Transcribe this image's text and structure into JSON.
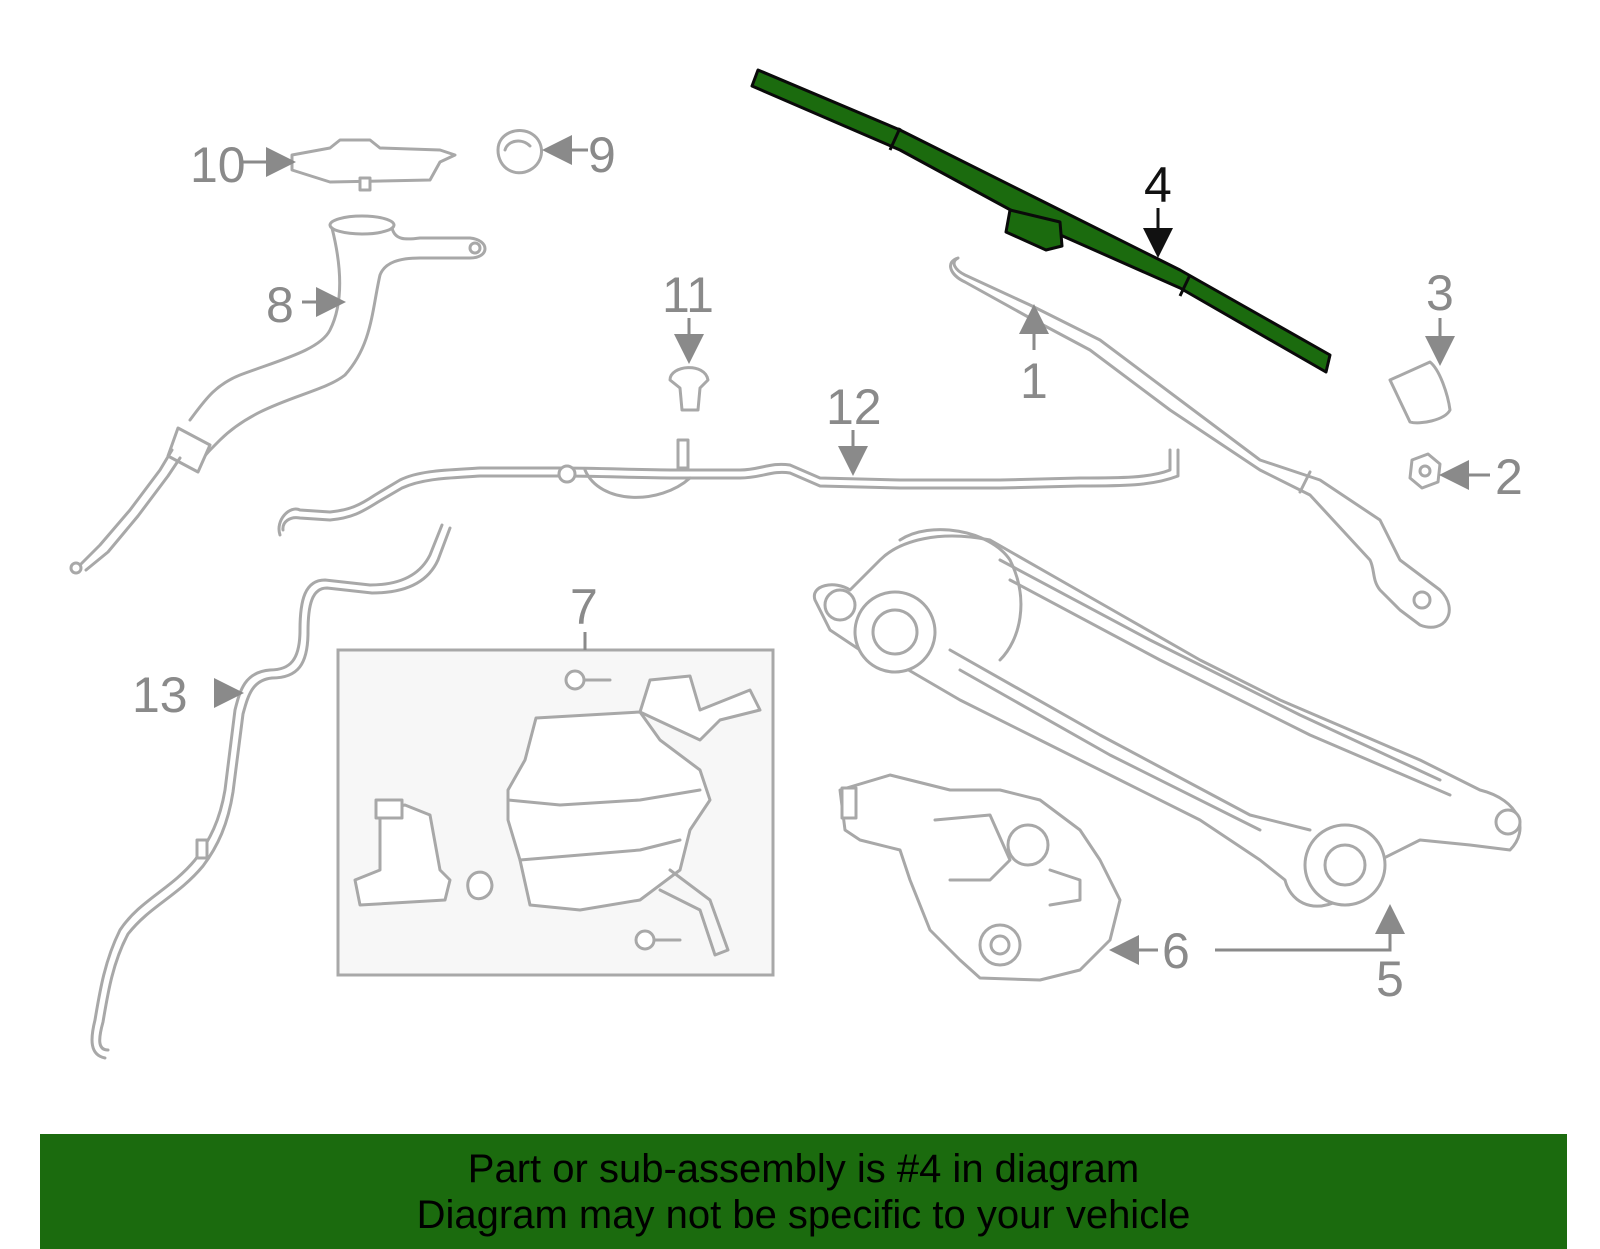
{
  "diagram": {
    "highlight_color": "#1b6b0e",
    "highlighted_callout": "4",
    "callouts": [
      {
        "id": "1",
        "label": "1"
      },
      {
        "id": "2",
        "label": "2"
      },
      {
        "id": "3",
        "label": "3"
      },
      {
        "id": "4",
        "label": "4"
      },
      {
        "id": "5",
        "label": "5"
      },
      {
        "id": "6",
        "label": "6"
      },
      {
        "id": "7",
        "label": "7"
      },
      {
        "id": "8",
        "label": "8"
      },
      {
        "id": "9",
        "label": "9"
      },
      {
        "id": "10",
        "label": "10"
      },
      {
        "id": "11",
        "label": "11"
      },
      {
        "id": "12",
        "label": "12"
      },
      {
        "id": "13",
        "label": "13"
      }
    ]
  },
  "banner": {
    "line1": "Part or sub-assembly is #4 in diagram",
    "line2": "Diagram may not be specific to your vehicle"
  }
}
